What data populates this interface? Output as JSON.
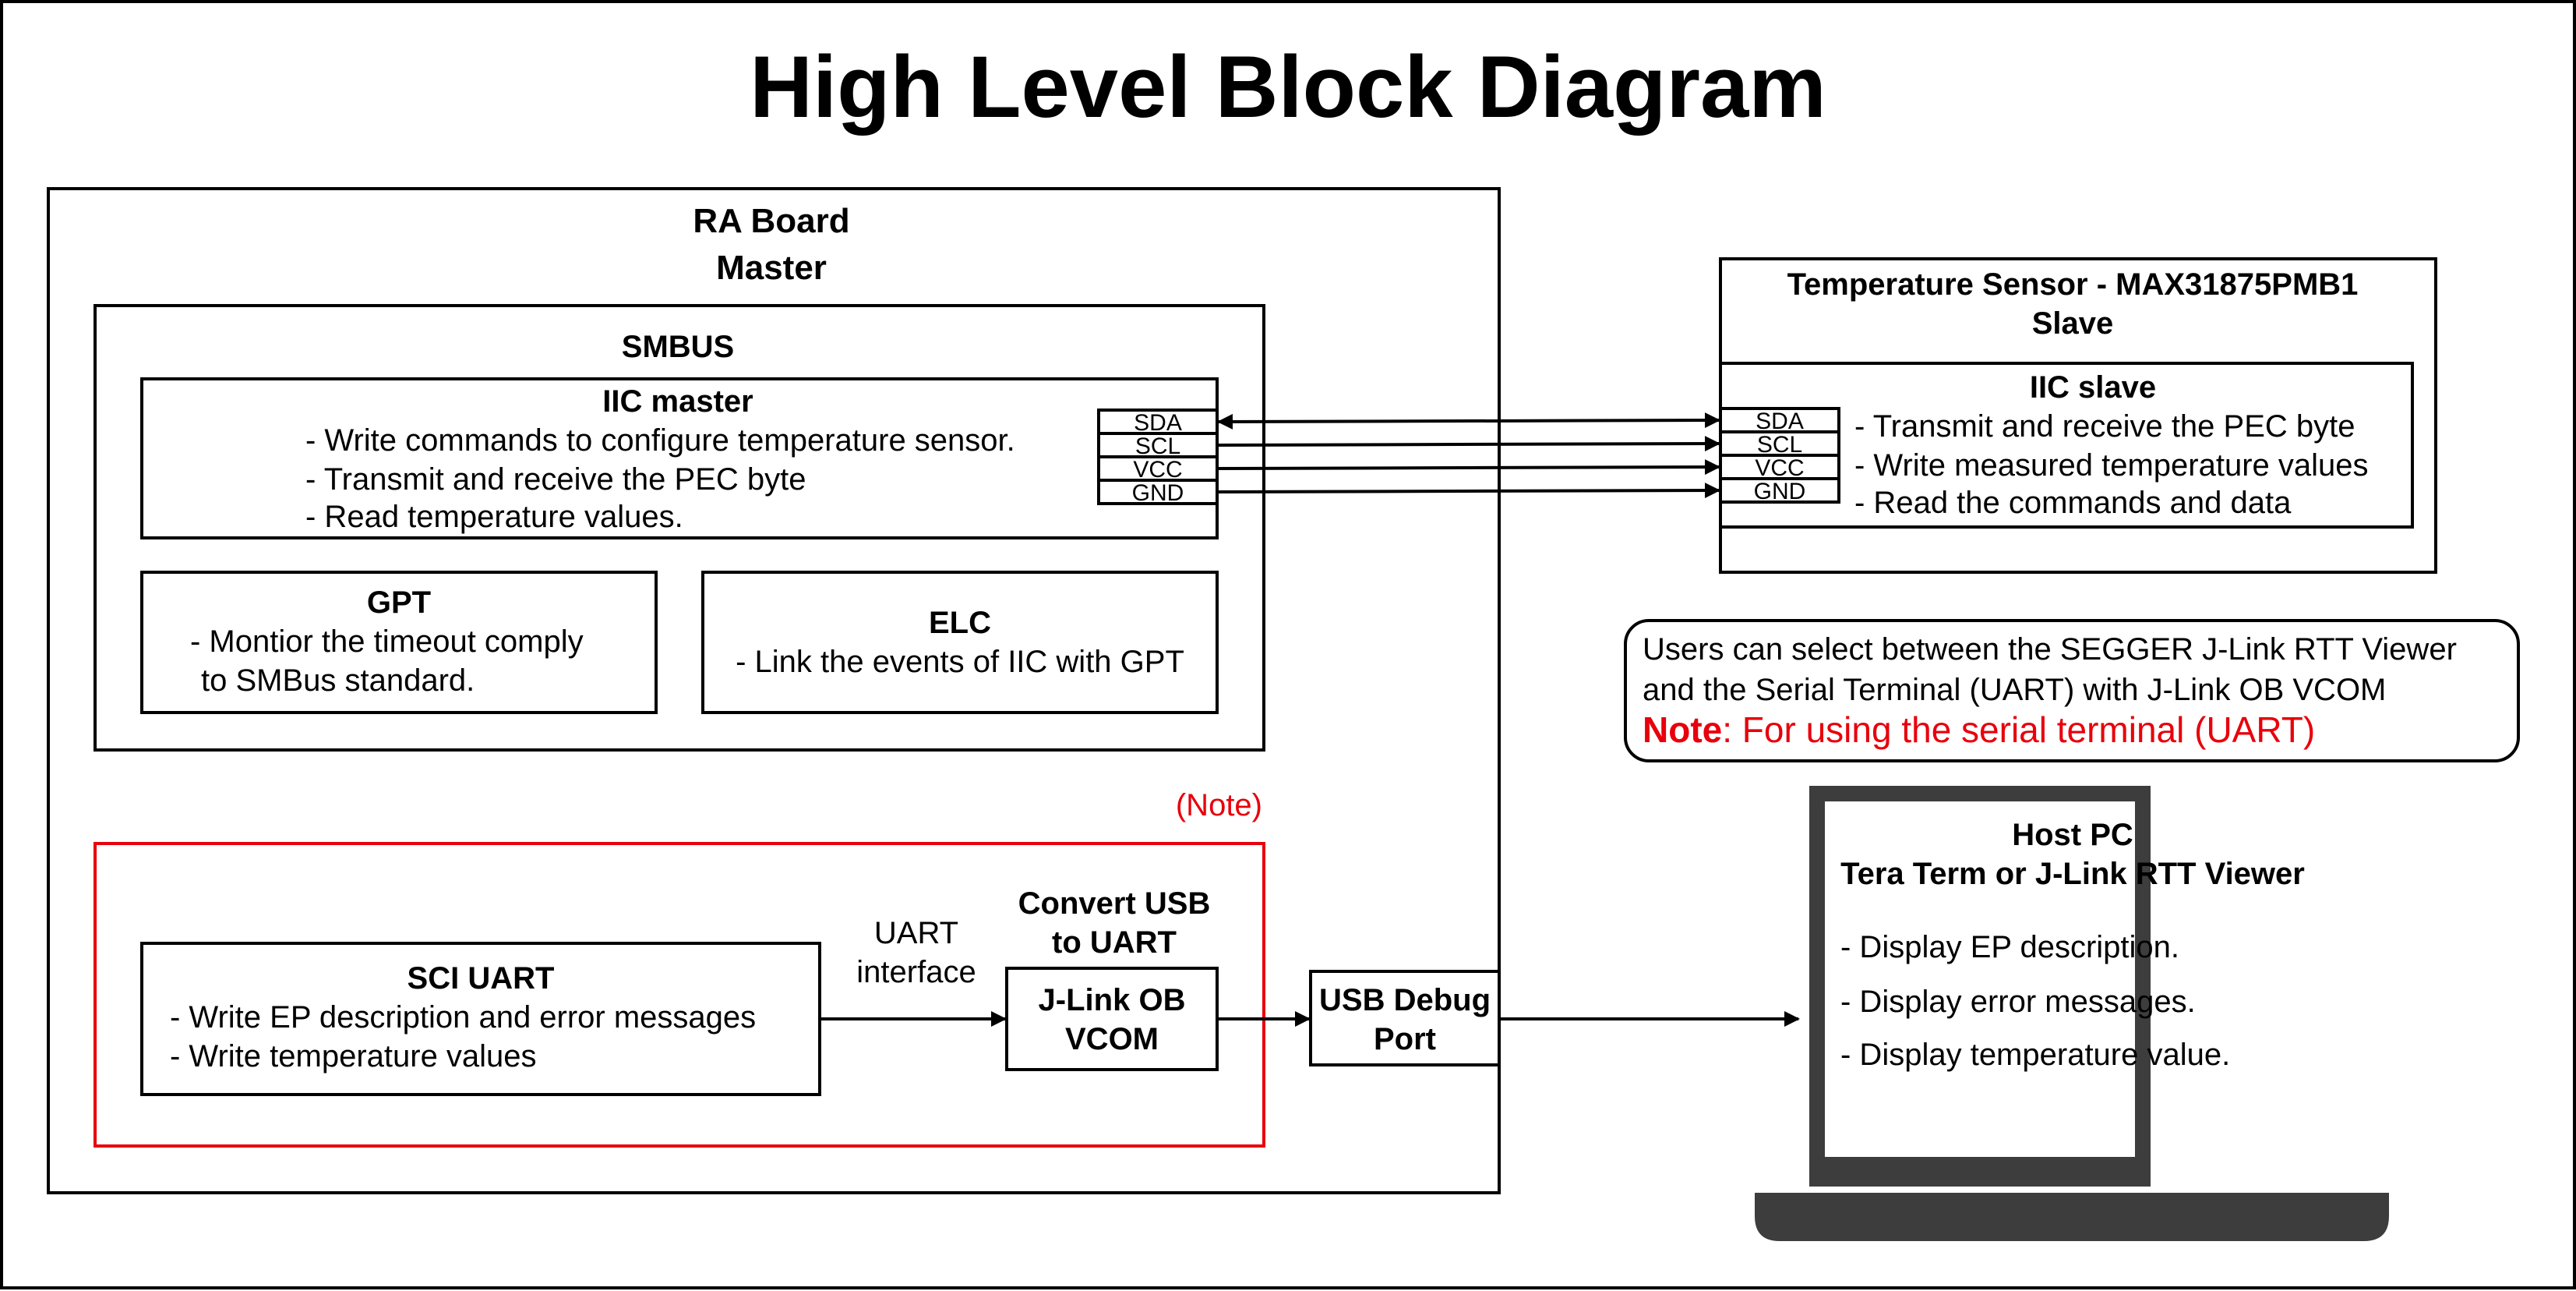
{
  "title": "High Level Block Diagram",
  "ra_board": {
    "line1": "RA Board",
    "line2": "Master"
  },
  "smbus": {
    "label": "SMBUS"
  },
  "iic_master": {
    "title": "IIC master",
    "lines": [
      "- Write commands to configure temperature sensor.",
      "- Transmit and receive the PEC byte",
      "- Read temperature values."
    ]
  },
  "pins": [
    "SDA",
    "SCL",
    "VCC",
    "GND"
  ],
  "gpt": {
    "title": "GPT",
    "lines": [
      "- Montior the timeout comply",
      "to SMBus standard."
    ]
  },
  "elc": {
    "title": "ELC",
    "lines": [
      "- Link the events of IIC with GPT"
    ]
  },
  "note_tag": "(Note)",
  "sci_uart": {
    "title": "SCI UART",
    "lines": [
      "- Write EP description and error messages",
      "- Write temperature values"
    ]
  },
  "uart_interface": {
    "line1": "UART",
    "line2": "interface"
  },
  "convert": {
    "line1": "Convert USB",
    "line2": "to UART"
  },
  "jlink": {
    "line1": "J-Link OB",
    "line2": "VCOM"
  },
  "usb_port": {
    "line1": "USB Debug",
    "line2": "Port"
  },
  "sensor": {
    "line1": "Temperature Sensor - MAX31875PMB1",
    "line2": "Slave"
  },
  "iic_slave": {
    "title": "IIC slave",
    "lines": [
      "- Transmit and receive the PEC byte",
      "- Write measured temperature values",
      "- Read the commands and data"
    ]
  },
  "callout": {
    "line1": "Users can select between the SEGGER J-Link RTT Viewer",
    "line2": "and the Serial Terminal (UART) with J-Link OB VCOM",
    "note_label": "Note",
    "note_text": ": For using the serial terminal (UART)"
  },
  "host_pc": {
    "line1": "Host PC",
    "line2": "Tera Term or J-Link RTT Viewer",
    "lines": [
      "- Display EP description.",
      "- Display error messages.",
      "- Display temperature value."
    ]
  },
  "colors": {
    "note_red": "#e8000b",
    "laptop": "#3d3d3d",
    "stroke": "#000000"
  }
}
